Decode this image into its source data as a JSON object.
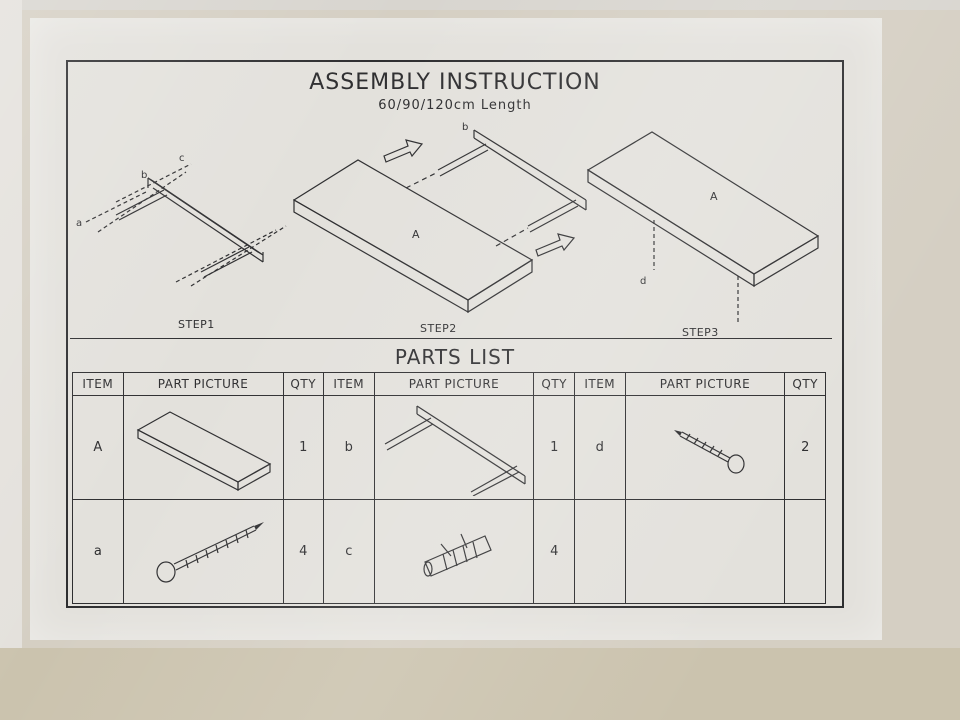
{
  "header": {
    "title": "ASSEMBLY INSTRUCTION",
    "subtitle": "60/90/120cm  Length"
  },
  "steps": [
    {
      "label": "STEP1",
      "callouts": [
        "a",
        "b",
        "c"
      ]
    },
    {
      "label": "STEP2",
      "callouts": [
        "A",
        "b"
      ]
    },
    {
      "label": "STEP3",
      "callouts": [
        "A",
        "d"
      ]
    }
  ],
  "parts_list": {
    "title": "PARTS LIST",
    "columns": [
      "ITEM",
      "PART PICTURE",
      "QTY",
      "ITEM",
      "PART PICTURE",
      "QTY",
      "ITEM",
      "PART PICTURE",
      "QTY"
    ],
    "rows": [
      [
        {
          "item": "A",
          "picture": "shelf-board-icon",
          "qty": "1"
        },
        {
          "item": "b",
          "picture": "mounting-bracket-icon",
          "qty": "1"
        },
        {
          "item": "d",
          "picture": "small-screw-icon",
          "qty": "2"
        }
      ],
      [
        {
          "item": "a",
          "picture": "long-screw-icon",
          "qty": "4"
        },
        {
          "item": "c",
          "picture": "wall-plug-icon",
          "qty": "4"
        },
        {
          "item": "",
          "picture": "",
          "qty": ""
        }
      ]
    ]
  },
  "colors": {
    "ink": "#2e2e30",
    "paper": "#e3e1dc",
    "cardboard": "#d5cfc3"
  }
}
